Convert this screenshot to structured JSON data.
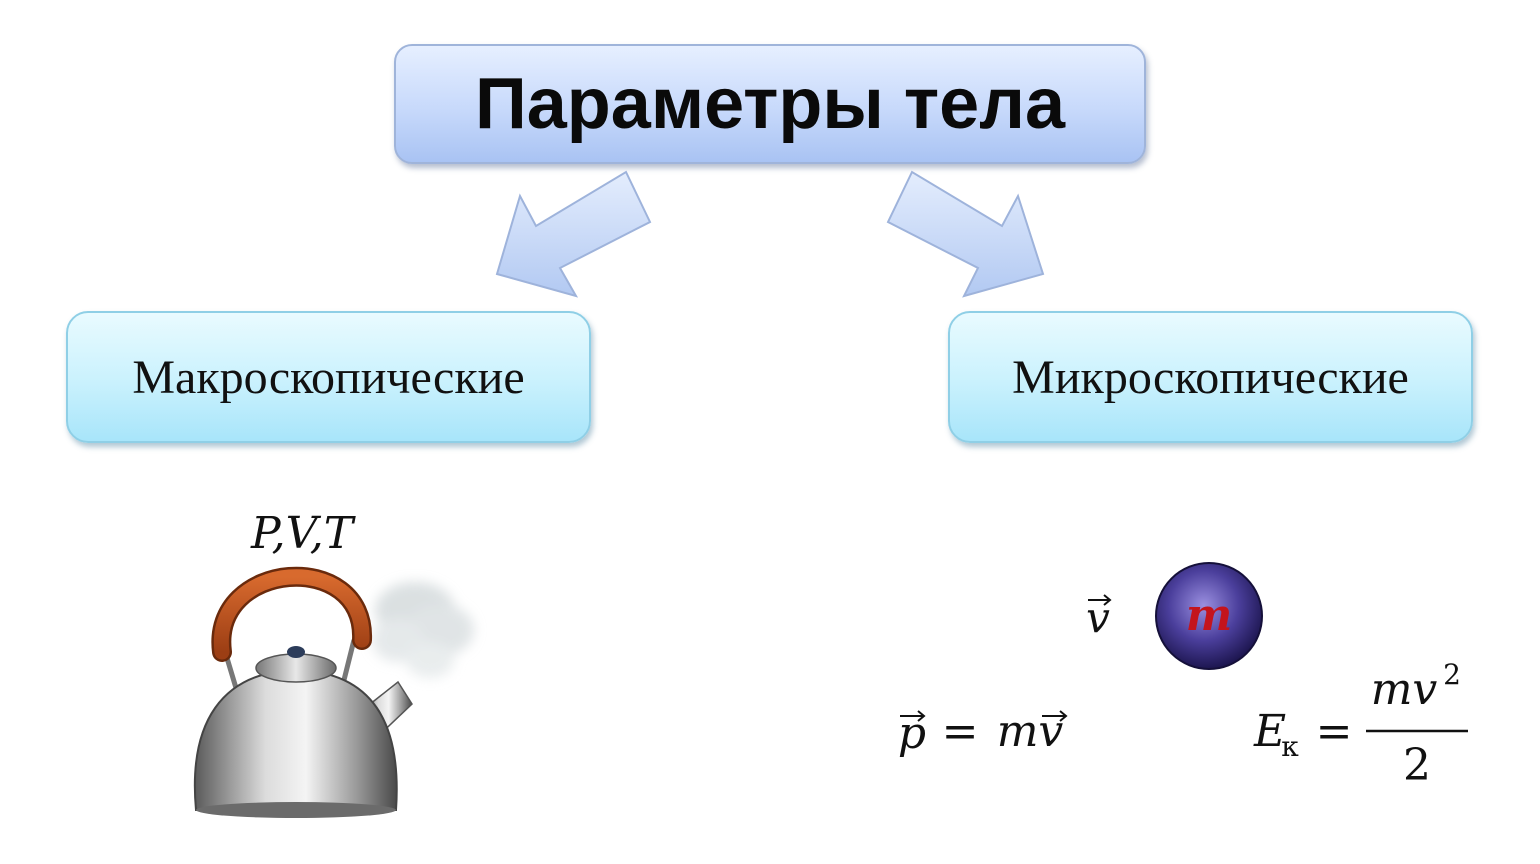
{
  "title": "Параметры тела",
  "categories": {
    "macro": "Макроскопические",
    "micro": "Микроскопические"
  },
  "macro_params": "P,V,T",
  "particle_label": "m",
  "velocity_symbol": "v",
  "momentum": {
    "lhs": "p",
    "rhs": "mv"
  },
  "kinetic": {
    "lhs": "E",
    "subscript": "к",
    "numerator": "mv",
    "exponent": "2",
    "denominator": "2"
  },
  "colors": {
    "title_box": "#c7d9fb",
    "category_box": "#c9f1fd",
    "arrow": "#c6d8f6",
    "kettle_handle": "#c0541f",
    "particle": "#3a2f8a",
    "particle_label": "#c4141c"
  },
  "icons": [
    "arrow-down-left-icon",
    "arrow-down-right-icon",
    "kettle-icon",
    "steam-icon",
    "particle-icon"
  ]
}
